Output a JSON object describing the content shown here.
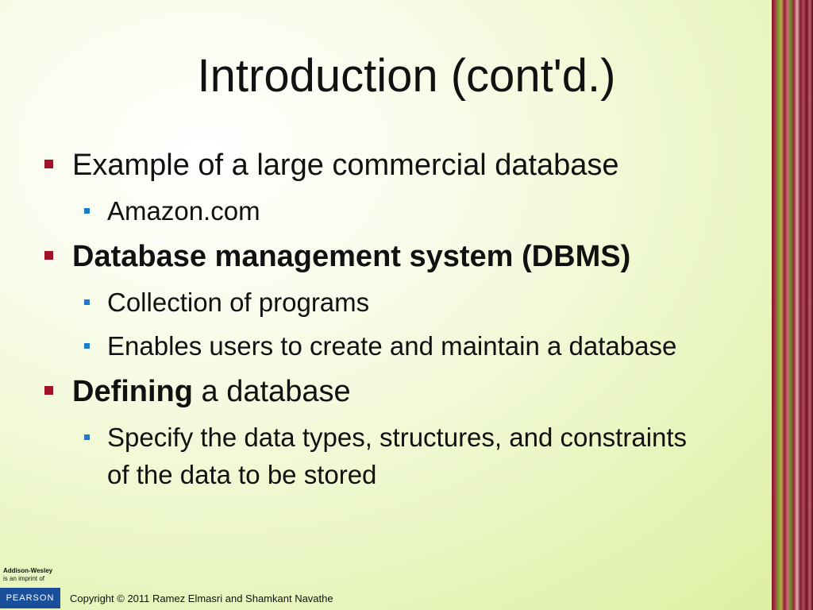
{
  "slide": {
    "title": "Introduction (cont'd.)"
  },
  "content": {
    "p1": {
      "text": "Example of a large commercial database"
    },
    "p1_sub": [
      "Amazon.com"
    ],
    "p2": {
      "bold": "Database management system (DBMS)"
    },
    "p2_sub": [
      "Collection of programs",
      "Enables users to create and maintain a database"
    ],
    "p3": {
      "bold": "Defining",
      "rest": " a database"
    },
    "p3_sub": [
      "Specify the data types, structures, and constraints of the data to be stored"
    ]
  },
  "branding": {
    "publisher": "Addison-Wesley",
    "imprint": "is an imprint of",
    "parent": "PEARSON"
  },
  "footer": {
    "copyright": "Copyright © 2011 Ramez Elmasri and Shamkant Navathe"
  },
  "colors": {
    "l1_bullet": "#a0112a",
    "l2_bullet": "#1f7ac8",
    "pearson_blue": "#1a4f9c"
  }
}
